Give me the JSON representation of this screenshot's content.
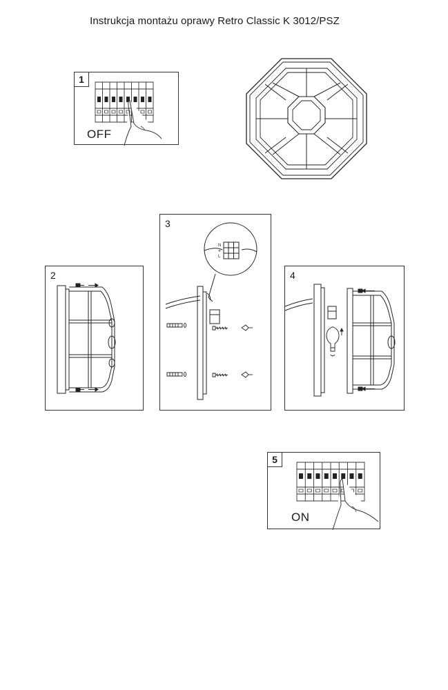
{
  "document": {
    "title": "Instrukcja montażu oprawy Retro Classic K 3012/PSZ"
  },
  "steps": [
    {
      "number": "1",
      "label": "OFF"
    },
    {
      "number": "2"
    },
    {
      "number": "3",
      "connector_labels": [
        "N",
        "⏚",
        "L"
      ]
    },
    {
      "number": "4"
    },
    {
      "number": "5",
      "label": "ON"
    }
  ],
  "icons": {
    "breaker": "circuit-breaker-icon",
    "hand": "hand-pointer-icon",
    "lamp": "octagonal-lamp-icon",
    "bulb": "light-bulb-icon",
    "screw": "screw-icon",
    "dowel": "wall-plug-icon",
    "screwdriver": "screwdriver-icon"
  }
}
